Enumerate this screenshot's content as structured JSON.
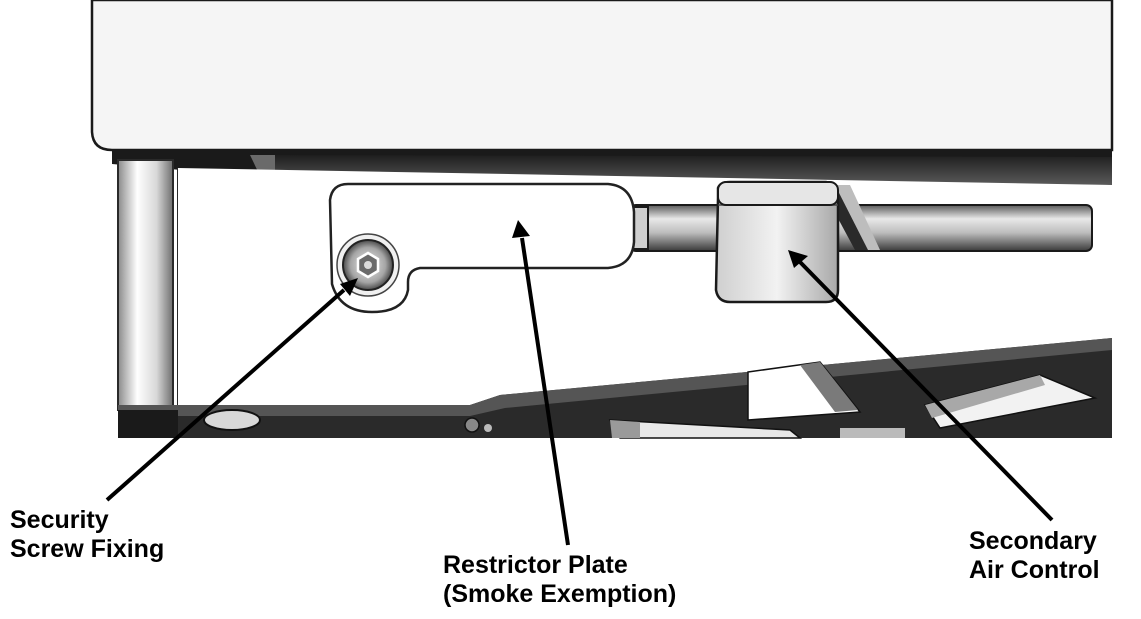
{
  "callouts": {
    "security_screw": {
      "line1": "Security",
      "line2": "Screw Fixing"
    },
    "restrictor_plate": {
      "line1": "Restrictor Plate",
      "line2": "(Smoke Exemption)"
    },
    "secondary_air": {
      "line1": "Secondary",
      "line2": "Air Control"
    }
  },
  "colors": {
    "ink": "#000000",
    "surface_light": "#f4f4f4",
    "surface_dark": "#2e2e2e",
    "rod": "#9a9a9a"
  }
}
